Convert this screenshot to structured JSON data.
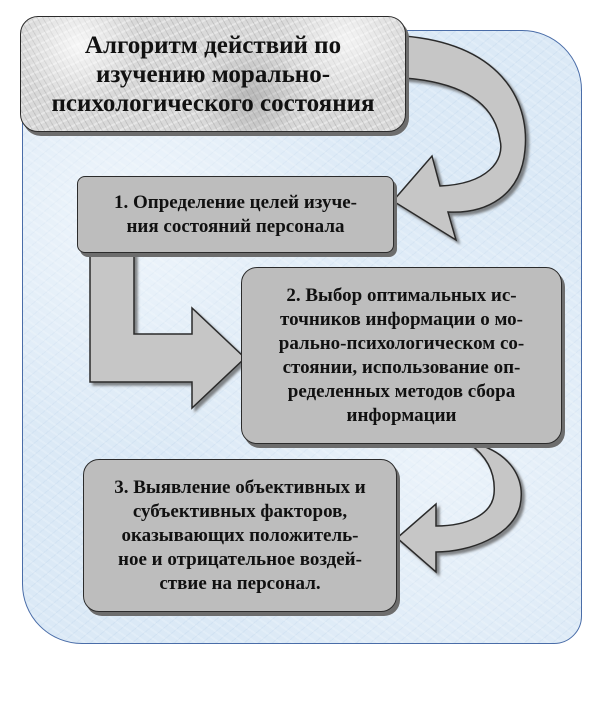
{
  "title": {
    "lines": [
      "Алгоритм действий по",
      "изучению морально-",
      "психологического состояния"
    ]
  },
  "steps": [
    {
      "lines": [
        "1. Определение целей изуче-",
        "ния состояний персонала"
      ]
    },
    {
      "lines": [
        "2. Выбор оптимальных ис-",
        "точников информации о  мо-",
        "рально-психологическом со-",
        "стоянии, использование оп-",
        "ределенных методов сбора",
        "информации"
      ]
    },
    {
      "lines": [
        "3. Выявление объективных и",
        "субъективных факторов,",
        "оказывающих положитель-",
        "ное и отрицательное воздей-",
        "ствие на персонал."
      ]
    }
  ],
  "colors": {
    "panel_fill": "#dbe9f6",
    "panel_border": "#4a6da8",
    "box_fill": "#bdbdbd",
    "arrow_fill": "#c6c6c6"
  }
}
